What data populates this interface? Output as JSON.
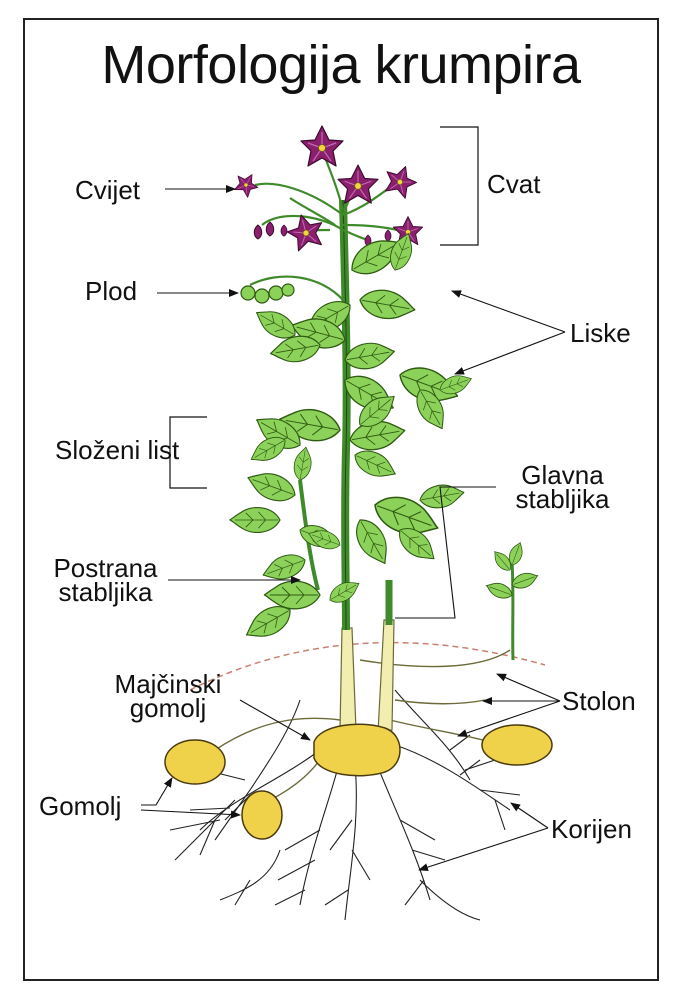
{
  "title": "Morfologija krumpira",
  "labels": {
    "cvijet": "Cvijet",
    "cvat": "Cvat",
    "plod": "Plod",
    "liske": "Liske",
    "slozeni_list": "Složeni list",
    "glavna_stabljika_1": "Glavna",
    "glavna_stabljika_2": "stabljika",
    "postrana_stabljika_1": "Postrana",
    "postrana_stabljika_2": "stabljika",
    "majcinski_gomolj_1": "Majčinski",
    "majcinski_gomolj_2": "gomolj",
    "stolon": "Stolon",
    "gomolj": "Gomolj",
    "korijen": "Korijen"
  },
  "colors": {
    "leaf": "#8cd15a",
    "leaf_vein": "#2f5a12",
    "stem": "#3f8a2a",
    "flower": "#8a1f6e",
    "tuber": "#f0d24a",
    "underground_stem": "#f2eeb0",
    "root": "#222222",
    "soil_line": "#c98070"
  }
}
